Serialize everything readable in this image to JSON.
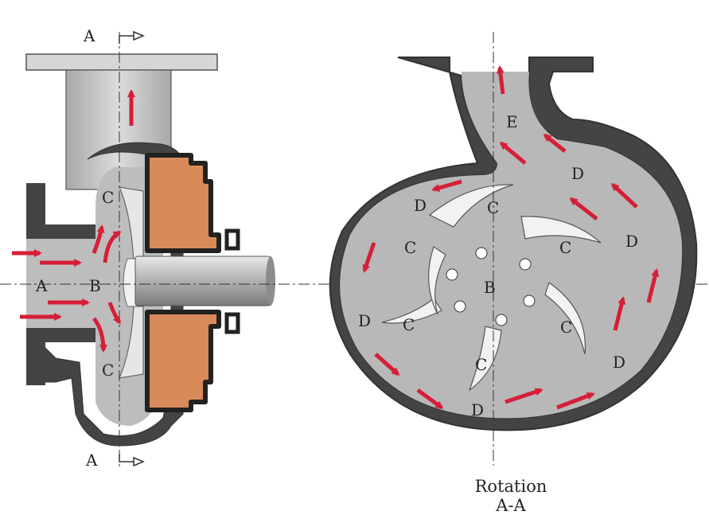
{
  "section_marks": {
    "top": "A",
    "bottom": "A"
  },
  "left_view": {
    "labels": {
      "inlet": "A",
      "eye": "B",
      "channel_top": "C",
      "channel_bottom": "C"
    }
  },
  "right_view": {
    "labels": {
      "discharge": "E",
      "center": "B",
      "c1": "C",
      "c2": "C",
      "c3": "C",
      "c4": "C",
      "c5": "C",
      "c6": "C",
      "d1": "D",
      "d2": "D",
      "d3": "D",
      "d4": "D",
      "d5": "D",
      "d6": "D"
    },
    "caption_line1": "Rotation",
    "caption_line2": "A-A"
  },
  "colors": {
    "casing": "#444444",
    "fluid": "#b8b8b8",
    "flange": "#d6d6d6",
    "arrow": "#d51f36",
    "bearing": "#d98a5a",
    "vane": "#f2f2f2"
  }
}
